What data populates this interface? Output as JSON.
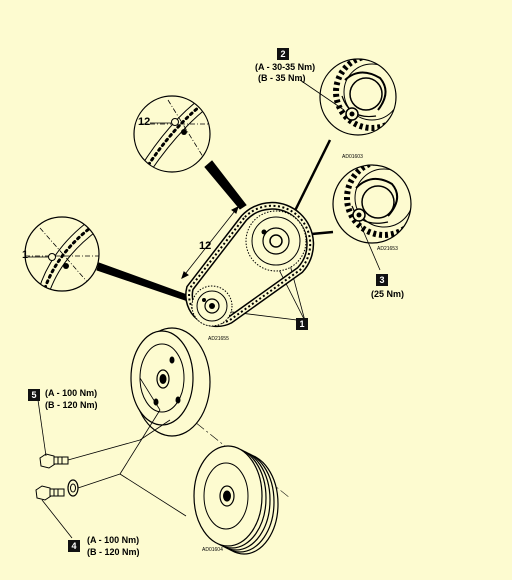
{
  "callouts": [
    {
      "id": "2",
      "torque": [
        "(A - 30-35 Nm)",
        "(B - 35 Nm)"
      ]
    },
    {
      "id": "3",
      "torque": [
        "(25 Nm)"
      ]
    },
    {
      "id": "1",
      "torque": []
    },
    {
      "id": "5",
      "torque": [
        "(A - 100 Nm)",
        "(B - 120 Nm)"
      ]
    },
    {
      "id": "4",
      "torque": [
        "(A - 100 Nm)",
        "(B - 120 Nm)"
      ]
    }
  ],
  "dimension": "12",
  "detail_marks": {
    "upper": "12",
    "lower": "1"
  },
  "image_codes": [
    "AD01603",
    "AD21653",
    "AD21655",
    "AD01604"
  ],
  "colors": {
    "background": "#fdfbd0",
    "ink": "#000000"
  }
}
